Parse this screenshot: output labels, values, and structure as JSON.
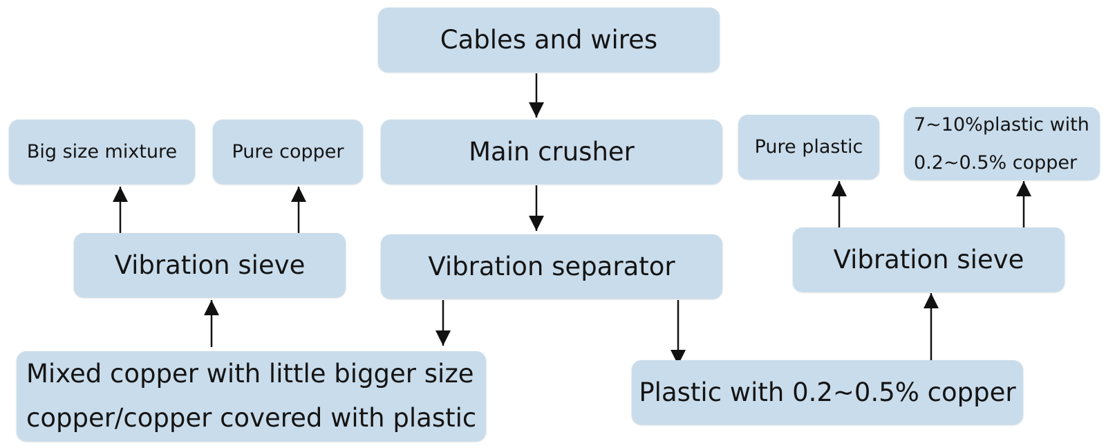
{
  "diagram": {
    "nodes": {
      "cables": {
        "label": "Cables and wires"
      },
      "crusher": {
        "label": "Main crusher"
      },
      "separator": {
        "label": "Vibration separator"
      },
      "sieve_left": {
        "label": "Vibration sieve"
      },
      "big_mix": {
        "label": "Big size mixture"
      },
      "pure_copper": {
        "label": "Pure copper"
      },
      "mixed_copper": {
        "lines": [
          "Mixed copper with little bigger size",
          "copper/copper covered with plastic"
        ]
      },
      "plastic_copper": {
        "label": "Plastic with 0.2~0.5% copper"
      },
      "sieve_right": {
        "label": "Vibration sieve"
      },
      "pure_plastic": {
        "label": "Pure plastic"
      },
      "plastic_710": {
        "lines": [
          "7~10%plastic with",
          "0.2~0.5% copper"
        ]
      }
    },
    "edges": [
      {
        "from": "cables",
        "to": "crusher"
      },
      {
        "from": "crusher",
        "to": "separator"
      },
      {
        "from": "separator",
        "to": "mixed_copper"
      },
      {
        "from": "separator",
        "to": "plastic_copper"
      },
      {
        "from": "mixed_copper",
        "to": "sieve_left"
      },
      {
        "from": "sieve_left",
        "to": "big_mix"
      },
      {
        "from": "sieve_left",
        "to": "pure_copper"
      },
      {
        "from": "plastic_copper",
        "to": "sieve_right"
      },
      {
        "from": "sieve_right",
        "to": "pure_plastic"
      },
      {
        "from": "sieve_right",
        "to": "plastic_710"
      }
    ]
  }
}
